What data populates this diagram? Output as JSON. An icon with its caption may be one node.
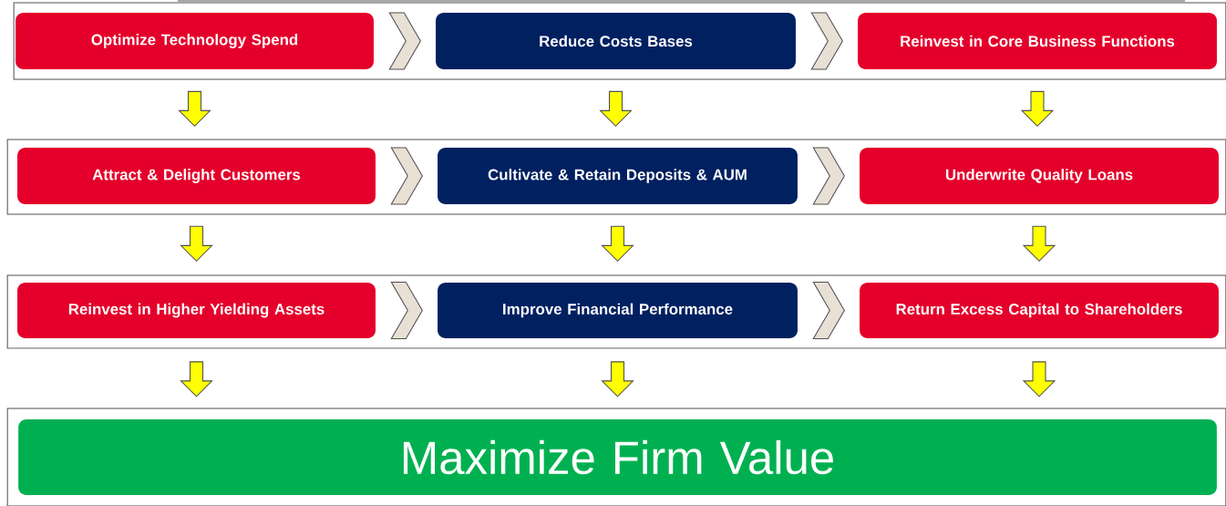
{
  "diagram": {
    "nodes": [
      {
        "text": [],
        "shape": "box"
      },
      {
        "text": [
          "Optimize Technology Spend"
        ],
        "in": 0
      },
      {
        "text": [
          "Reduce Costs Bases"
        ],
        "in": 0
      },
      {
        "text": [
          "Reinvest in Core Business Functions"
        ],
        "in": 0
      },
      {
        "text": [],
        "shape": "box"
      },
      {
        "text": [
          "Attract & Delight Customers"
        ],
        "in": 4
      },
      {
        "text": [
          "Cultivate & Retain Deposits & AUM"
        ],
        "in": 4
      },
      {
        "text": [
          "Underwrite Quality Loans"
        ],
        "in": 4
      },
      {
        "text": [],
        "shape": "box"
      },
      {
        "text": [
          "Reinvest in Higher Yielding Assets"
        ],
        "in": 8
      },
      {
        "text": [
          "Improve Financial Performance"
        ],
        "in": 8
      },
      {
        "text": [
          "Return Excess Capital to Shareholders"
        ],
        "in": 8
      },
      {
        "text": [],
        "shape": "box"
      },
      {
        "text": [
          "Maximize Firm Value"
        ],
        "in": 12
      }
    ],
    "edges": [
      {
        "from": 1,
        "to": 2,
        "arrow": "to",
        "color": "#e8e0d4"
      },
      {
        "from": 2,
        "to": 3,
        "arrow": "to",
        "color": "#e8e0d4"
      },
      {
        "from": 1,
        "to": 5,
        "arrow": "to"
      },
      {
        "from": 2,
        "to": 6,
        "arrow": "to"
      },
      {
        "from": 3,
        "to": 7,
        "arrow": "to"
      },
      {
        "from": 5,
        "to": 6,
        "arrow": "to",
        "color": "#e8e0d4"
      },
      {
        "from": 6,
        "to": 7,
        "arrow": "to",
        "color": "#e8e0d4"
      },
      {
        "from": 5,
        "to": 9,
        "arrow": "to"
      },
      {
        "from": 6,
        "to": 10,
        "arrow": "to"
      },
      {
        "from": 7,
        "to": 11,
        "arrow": "to"
      },
      {
        "from": 9,
        "to": 10,
        "arrow": "to",
        "color": "#e8e0d4"
      },
      {
        "from": 10,
        "to": 11,
        "arrow": "to",
        "color": "#e8e0d4"
      },
      {
        "from": 9,
        "to": 13,
        "arrow": "to"
      },
      {
        "from": 10,
        "to": 13,
        "arrow": "to"
      },
      {
        "from": 11,
        "to": 13,
        "arrow": "to"
      }
    ]
  }
}
